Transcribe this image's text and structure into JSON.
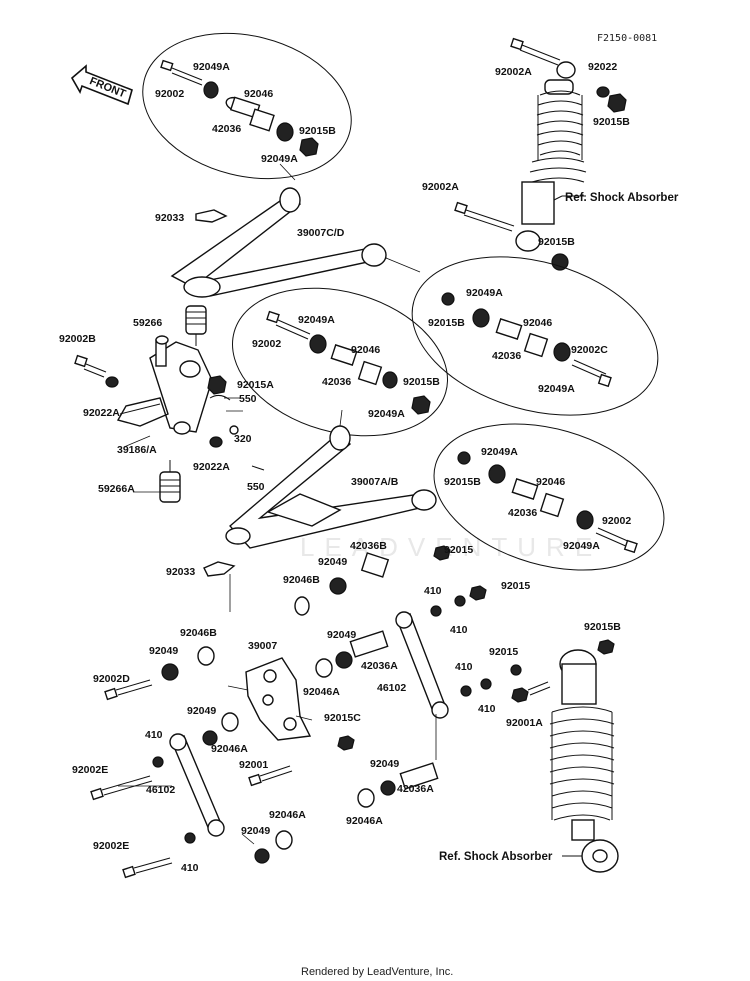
{
  "diagram_code": "F2150-0081",
  "front_arrow_label": "FRONT",
  "watermark": "LEADVENTURE",
  "credit": "Rendered by LeadVenture, Inc.",
  "ref_shock_top": "Ref. Shock Absorber",
  "ref_shock_bottom": "Ref. Shock Absorber",
  "labels": {
    "l01": "92049A",
    "l02": "92002",
    "l03": "92046",
    "l04": "42036",
    "l05": "92015B",
    "l06": "92049A",
    "l07": "92002A",
    "l08": "92022",
    "l09": "92015B",
    "l10": "92002A",
    "l11": "92015B",
    "l12": "92033",
    "l13": "39007C/D",
    "l14": "59266",
    "l15": "92049A",
    "l16": "92015B",
    "l17": "92046",
    "l18": "42036",
    "l19": "92002C",
    "l20": "92049A",
    "l21": "92049A",
    "l22": "92002",
    "l23": "92046",
    "l24": "42036",
    "l25": "92015B",
    "l26": "92049A",
    "l27": "92002B",
    "l28": "92015A",
    "l29": "550",
    "l30": "92022A",
    "l31": "39186/A",
    "l32": "320",
    "l33": "92022A",
    "l34": "550",
    "l35": "59266A",
    "l36": "39007A/B",
    "l37": "92049A",
    "l38": "92015B",
    "l39": "92046",
    "l40": "42036",
    "l41": "92002",
    "l42": "92049A",
    "l43": "42036B",
    "l44": "92015",
    "l45": "92033",
    "l46": "92049",
    "l47": "92046B",
    "l48": "410",
    "l49": "92015",
    "l50": "410",
    "l51": "92046B",
    "l52": "39007",
    "l53": "92049",
    "l54": "92049",
    "l55": "42036A",
    "l56": "92046A",
    "l57": "92015B",
    "l58": "92002D",
    "l59": "46102",
    "l60": "410",
    "l61": "92015",
    "l62": "410",
    "l63": "92001A",
    "l64": "92049",
    "l65": "92046A",
    "l66": "92015C",
    "l67": "410",
    "l68": "92002E",
    "l69": "92001",
    "l70": "92049",
    "l71": "46102",
    "l72": "42036A",
    "l73": "92046A",
    "l74": "92046A",
    "l75": "92049",
    "l76": "92002E",
    "l77": "410"
  }
}
